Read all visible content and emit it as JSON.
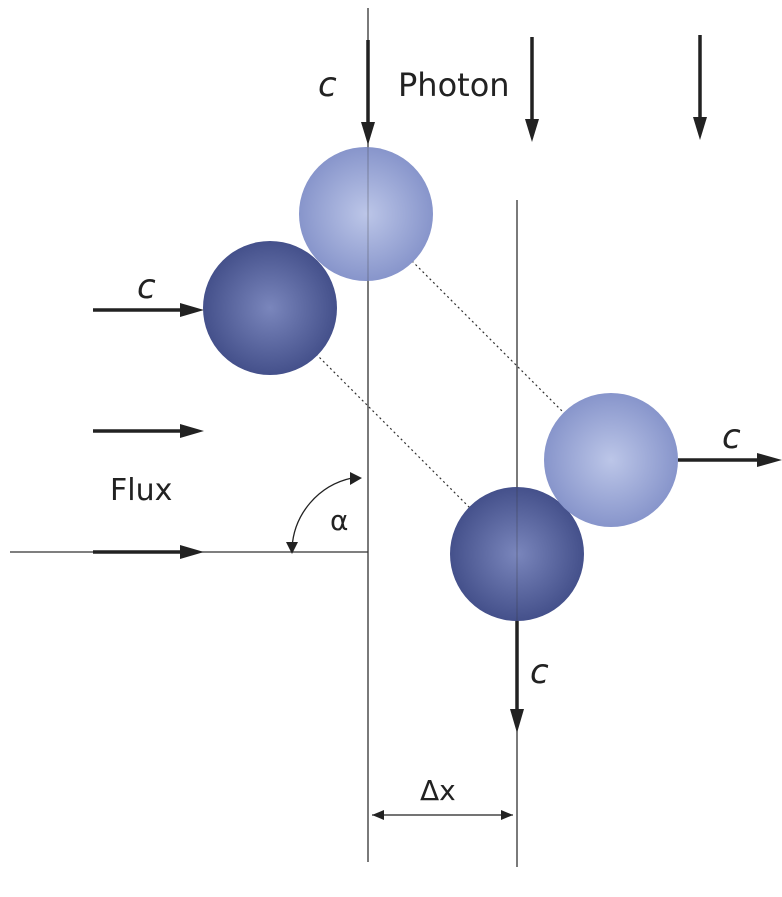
{
  "labels": {
    "photon": "Photon",
    "flux": "Flux",
    "alpha": "α",
    "delta_x": "Δx",
    "c_top": "c",
    "c_left": "c",
    "c_right": "c",
    "c_bottom": "c"
  },
  "colors": {
    "sphere_light": "#8b99cc",
    "sphere_light_highlight": "#b8c2e6",
    "sphere_dark": "#4a5690",
    "sphere_dark_highlight": "#7580b8",
    "stroke": "#222222"
  }
}
